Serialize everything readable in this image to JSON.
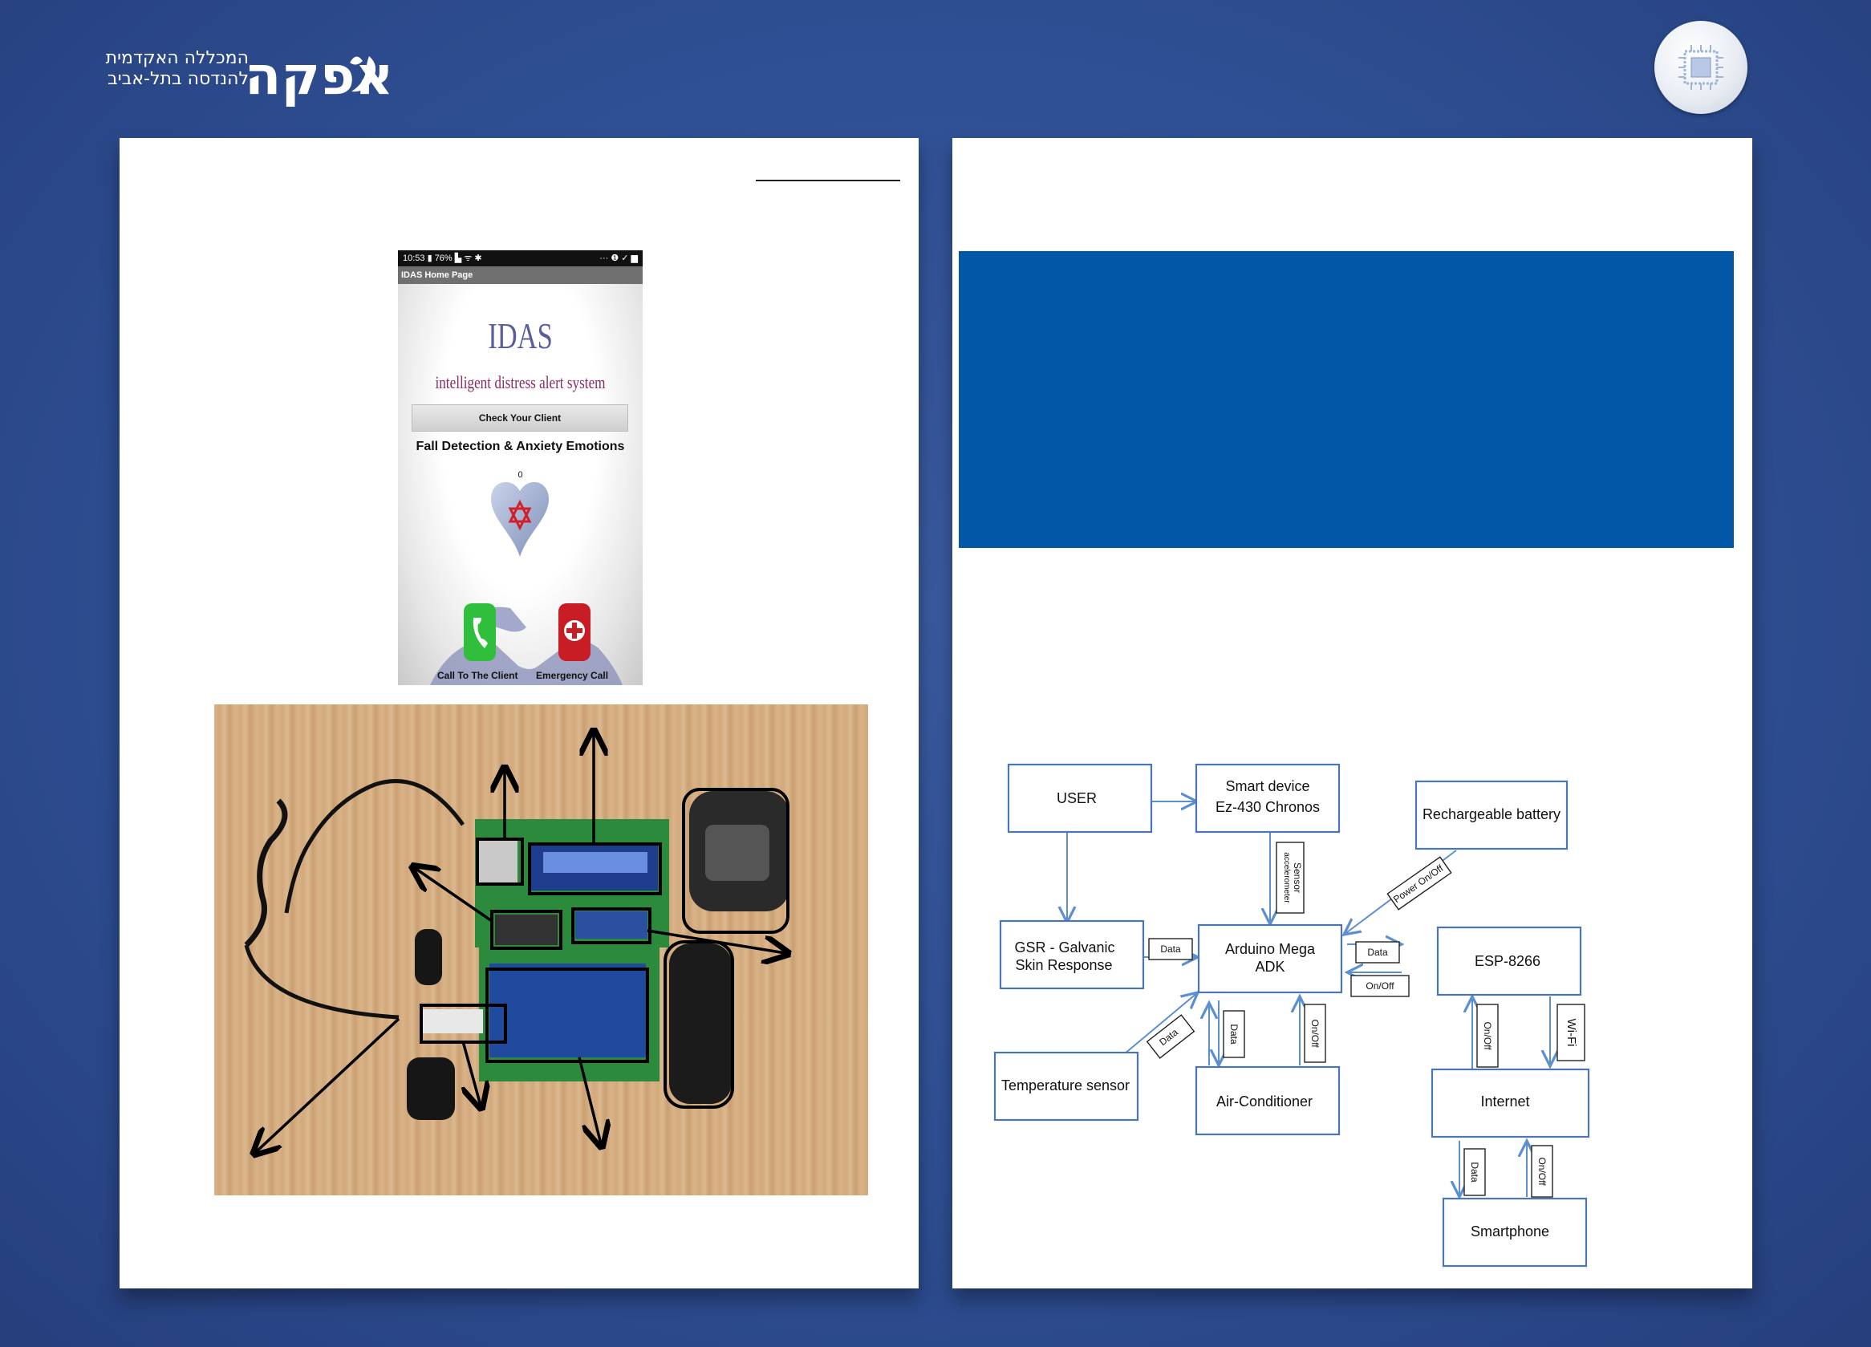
{
  "header": {
    "logo_main": "אפקה",
    "logo_line1": "המכללה האקדמית",
    "logo_line2": "להנדסה בתל-אביב"
  },
  "phone": {
    "status_left": "10:53 ▮ 76% ▙ ᯤ ✱",
    "status_right": "··· ❶ ✓ ▆",
    "titlebar": "IDAS Home Page",
    "app_title": "IDAS",
    "app_subtitle": "intelligent distress alert system",
    "check_button": "Check Your Client",
    "feature_text": "Fall Detection & Anxiety Emotions",
    "counter": "0",
    "call_client_label": "Call To The Client",
    "emergency_label": "Emergency Call"
  },
  "diagram": {
    "nodes": {
      "user": "USER",
      "smart_device_1": "Smart device",
      "smart_device_2": "Ez-430 Chronos",
      "battery": "Rechargeable battery",
      "gsr_1": "GSR - Galvanic",
      "gsr_2": "Skin Response",
      "arduino_1": "Arduino Mega",
      "arduino_2": "ADK",
      "esp": "ESP-8266",
      "temp": "Temperature sensor",
      "ac": "Air-Conditioner",
      "internet": "Internet",
      "smartphone": "Smartphone"
    },
    "edges": {
      "sensor_1": "Sensor",
      "sensor_2": "accelerometer",
      "power": "Power On/Off",
      "gsr_data": "Data",
      "esp_data": "Data",
      "esp_onoff": "On/Off",
      "temp_data": "Data",
      "ac_data": "Data",
      "ac_onoff": "On/Off",
      "net_onoff": "On/Off",
      "wifi": "Wi-Fi",
      "phone_data": "Data",
      "phone_onoff": "On/Off"
    },
    "colors": {
      "box": "#4a76b8",
      "arrow": "#5b8fd0"
    }
  }
}
